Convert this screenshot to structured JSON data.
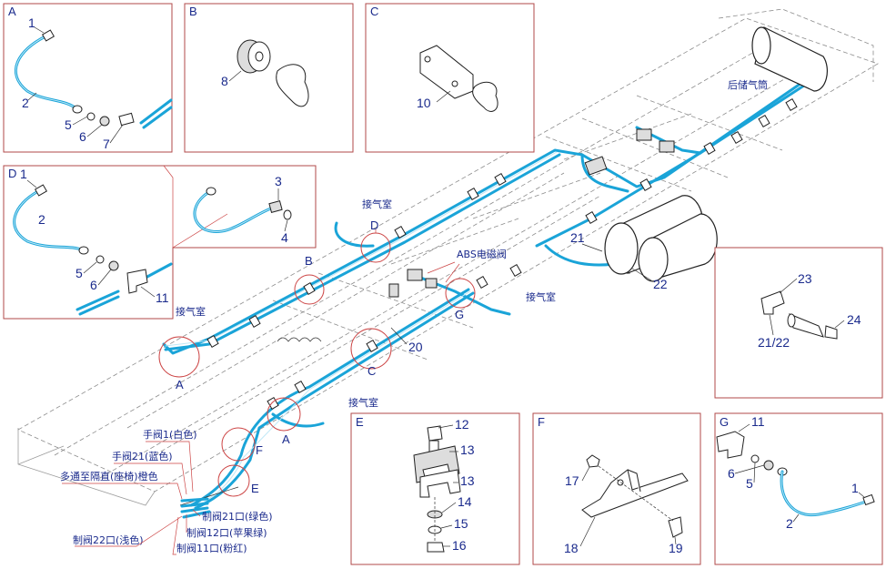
{
  "panels": {
    "A": {
      "letter": "A",
      "labels": [
        "1",
        "2",
        "5",
        "6",
        "7"
      ]
    },
    "B": {
      "letter": "B",
      "labels": [
        "8"
      ]
    },
    "C": {
      "letter": "C",
      "labels": [
        "10"
      ]
    },
    "D": {
      "letter": "D",
      "labels": [
        "1",
        "2",
        "3",
        "4",
        "5",
        "6",
        "11"
      ]
    },
    "R": {
      "labels": [
        "23",
        "24",
        "21/22"
      ]
    },
    "E": {
      "letter": "E",
      "labels": [
        "12",
        "13",
        "13",
        "14",
        "15",
        "16"
      ]
    },
    "F": {
      "letter": "F",
      "labels": [
        "17",
        "18",
        "19"
      ]
    },
    "G": {
      "letter": "G",
      "labels": [
        "11",
        "6",
        "5",
        "1",
        "2"
      ]
    }
  },
  "main": {
    "rear_tank": "后储气筒",
    "air_chamber": "接气室",
    "abs_valve": "ABS电磁阀",
    "callouts": {
      "D": "D",
      "B": "B",
      "A1": "A",
      "C": "C",
      "G": "G",
      "F": "F",
      "A2": "A",
      "E": "E"
    },
    "parts": {
      "p21": "21",
      "p22": "22",
      "p20": "20"
    },
    "left_labels": [
      "手阀1(白色)",
      "手阀21(蓝色)",
      "多通至隔直(座椅)橙色",
      "制阀21口(绿色)",
      "制阀12口(苹果绿)",
      "制阀22口(浅色)",
      "制阀11口(粉红)"
    ]
  },
  "colors": {
    "hose": "#1aa4d8",
    "label": "#1a2a8c",
    "panel_border": "#b24a4a"
  }
}
